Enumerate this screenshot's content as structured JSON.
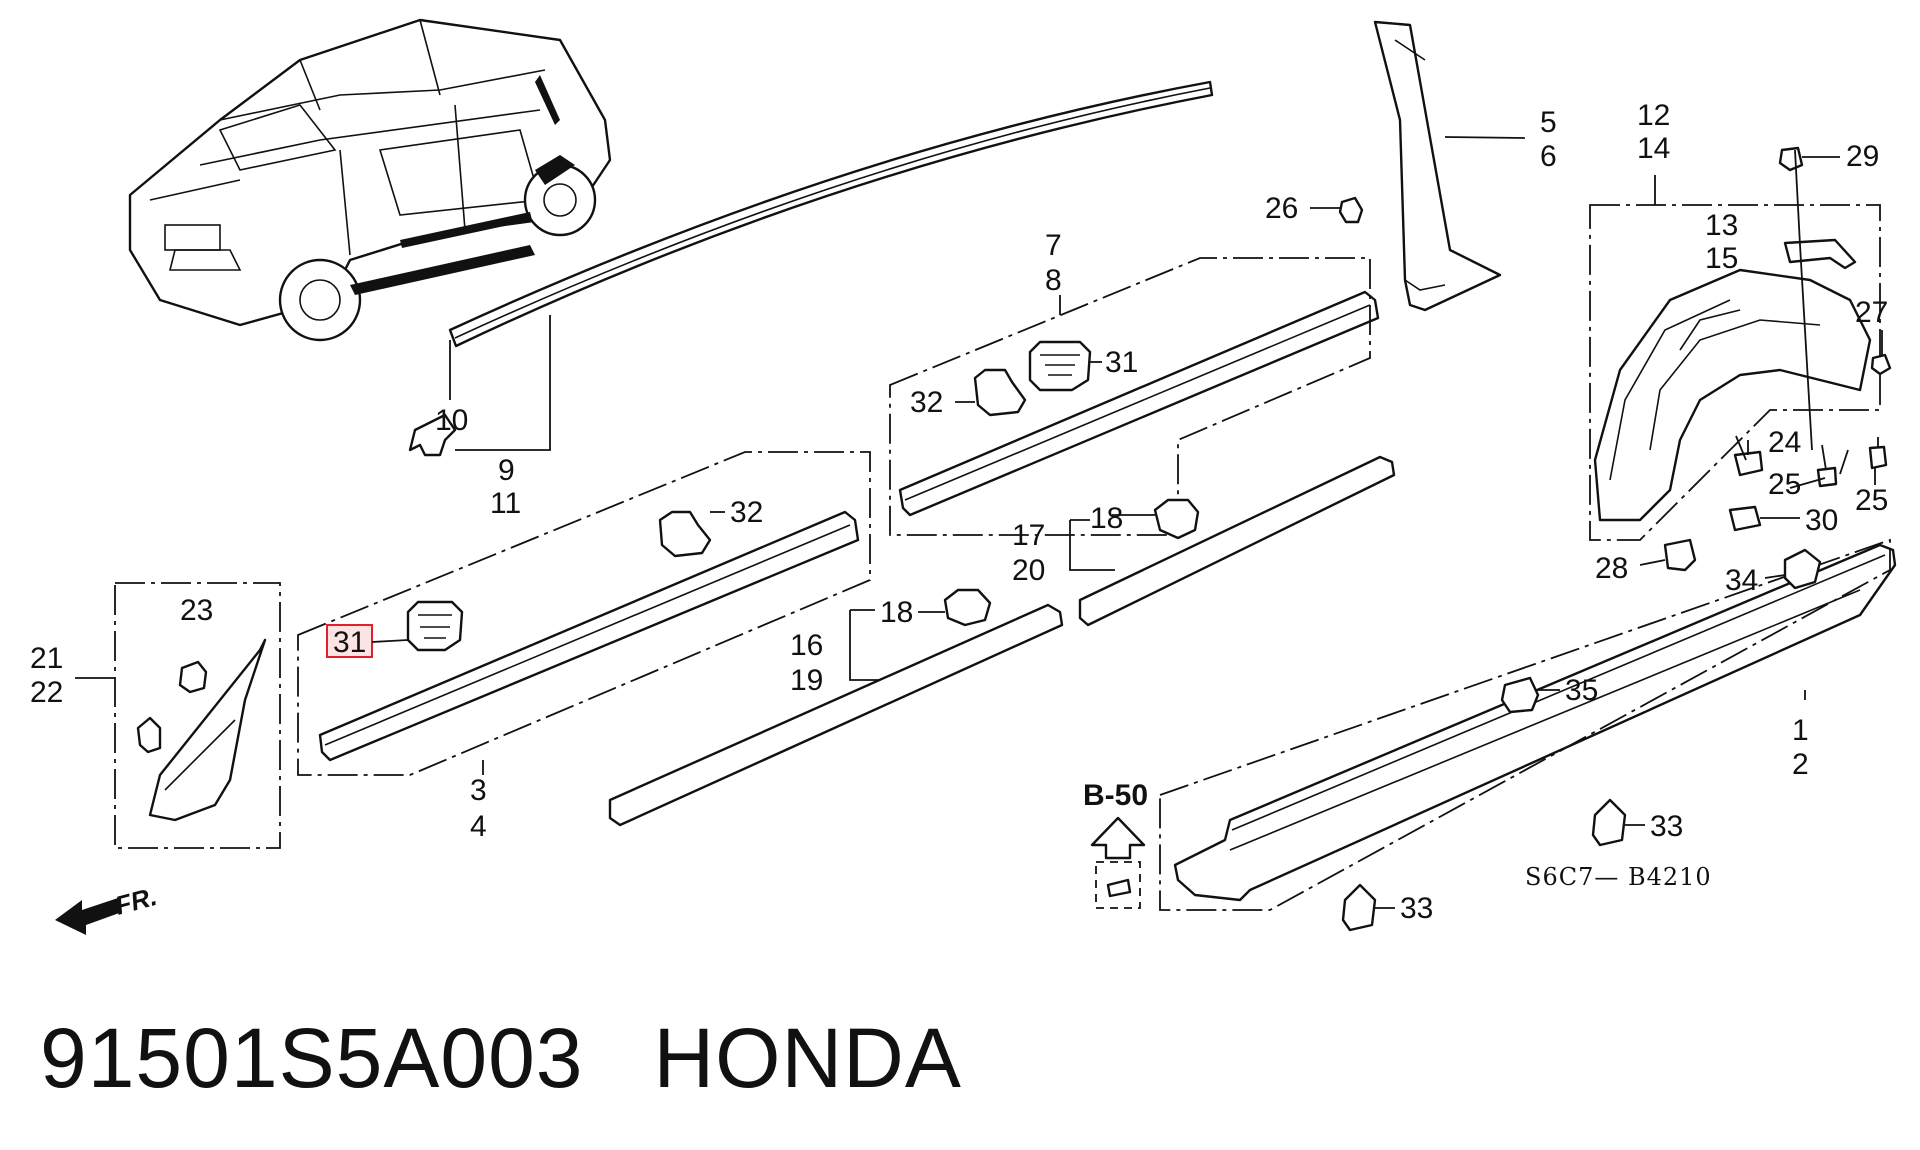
{
  "diagram": {
    "code": "S6C7— B4210",
    "ref_label": "B-50",
    "direction_label": "FR.",
    "highlighted_callout": "31"
  },
  "callouts": {
    "c1": "1",
    "c2": "2",
    "c3": "3",
    "c4": "4",
    "c5": "5",
    "c6": "6",
    "c7": "7",
    "c8": "8",
    "c9": "9",
    "c10": "10",
    "c11": "11",
    "c12": "12",
    "c13": "13",
    "c14": "14",
    "c15": "15",
    "c16": "16",
    "c17": "17",
    "c18a": "18",
    "c18b": "18",
    "c19": "19",
    "c20": "20",
    "c21": "21",
    "c22": "22",
    "c23": "23",
    "c24": "24",
    "c25a": "25",
    "c25b": "25",
    "c26": "26",
    "c27": "27",
    "c28": "28",
    "c29": "29",
    "c30": "30",
    "c31a": "31",
    "c31b": "31",
    "c32a": "32",
    "c32b": "32",
    "c33a": "33",
    "c33b": "33",
    "c34": "34",
    "c35": "35"
  },
  "footer": {
    "part_number": "91501S5A003",
    "brand": "HONDA"
  },
  "colors": {
    "highlight": "#e0202a",
    "highlight_fill": "#fde4e4"
  }
}
